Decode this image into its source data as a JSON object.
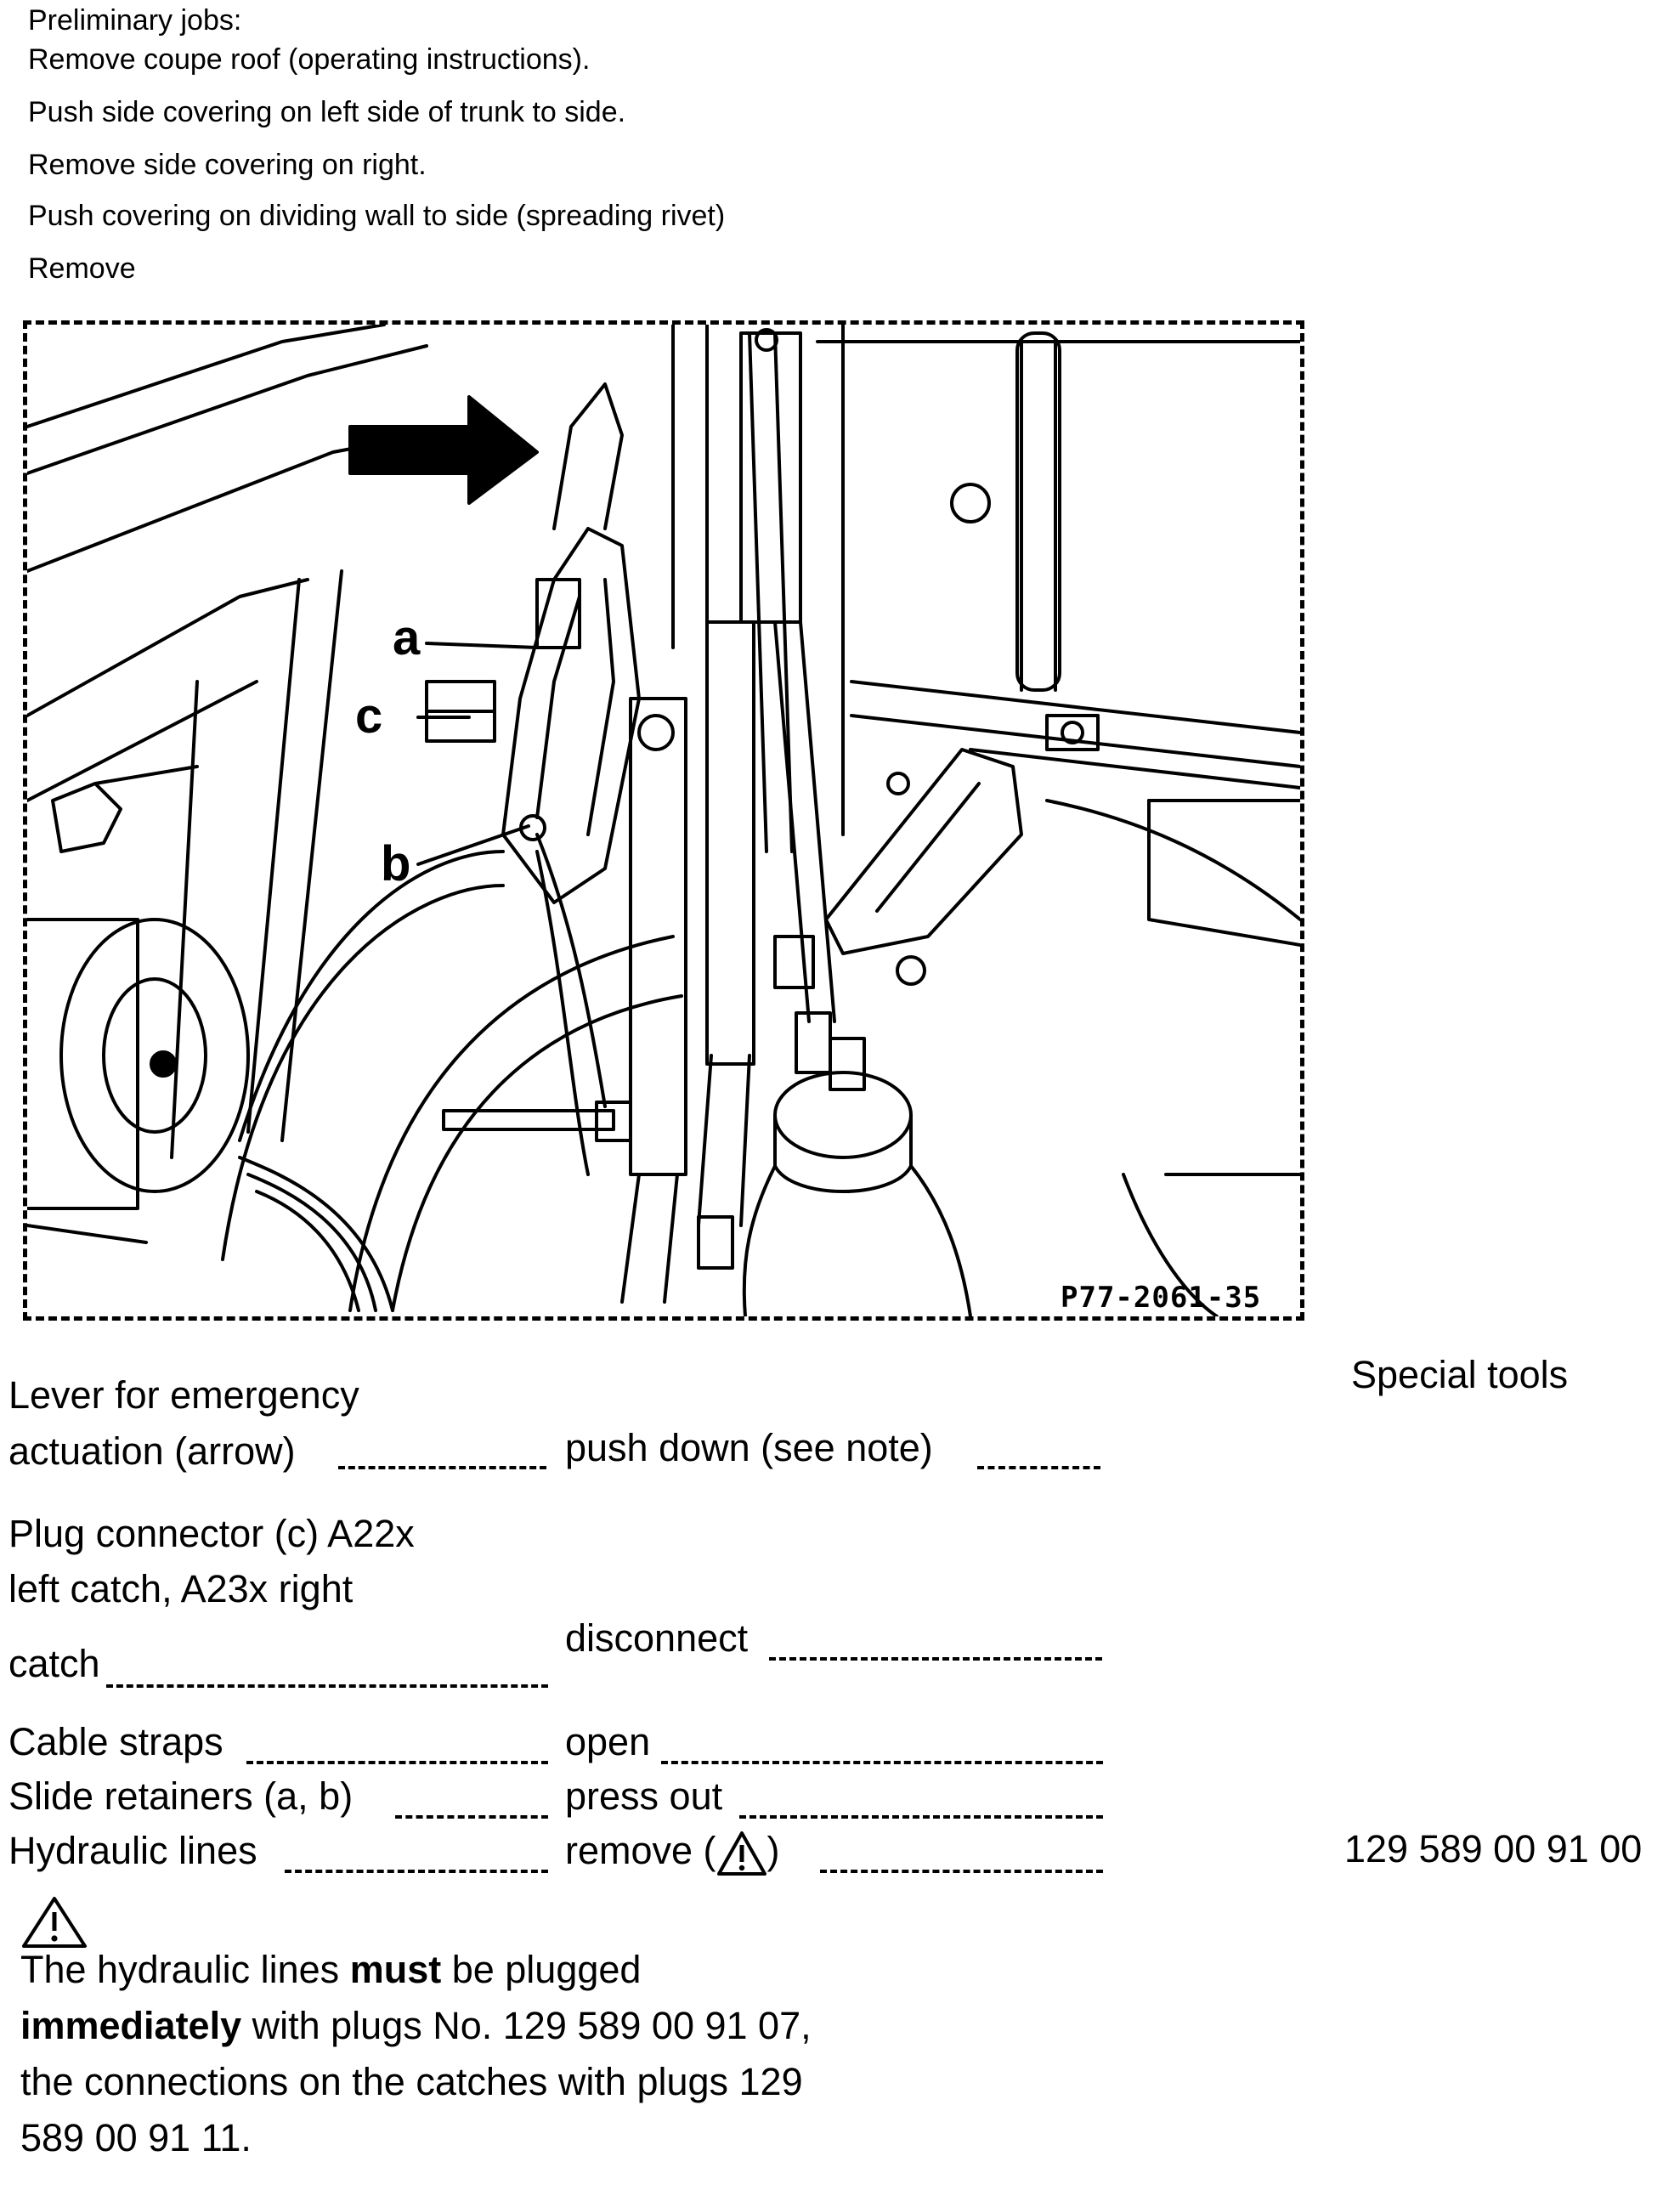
{
  "preliminary": {
    "heading": "Preliminary jobs:",
    "steps": [
      "Remove coupe roof (operating instructions).",
      "Push side covering on left side of trunk to side.",
      "Remove side covering on right.",
      "Push covering on dividing wall to side (spreading rivet)",
      "Remove"
    ]
  },
  "figure": {
    "labels": {
      "a": "a",
      "b": "b",
      "c": "c"
    },
    "code": "P77-2061-35"
  },
  "procedure": {
    "special_tools_header": "Special tools",
    "steps": [
      {
        "component_line1": "Lever for emergency",
        "component_line2": "actuation (arrow)",
        "action": "push down (see note)"
      },
      {
        "component_line1": "Plug connector (c) A22x",
        "component_line2": "left catch, A23x right",
        "component_line3": "catch",
        "action": "disconnect"
      },
      {
        "component": "Cable straps",
        "action": "open"
      },
      {
        "component": "Slide retainers (a, b)",
        "action": "press out"
      },
      {
        "component": "Hydraulic lines",
        "action_prefix": "remove (",
        "action_suffix": ")",
        "tool": "129 589 00 91 00"
      }
    ]
  },
  "note": {
    "p1": "The hydraulic lines ",
    "must": "must",
    "p2": " be plugged ",
    "immediately": "immediately",
    "p3": " with plugs No. 129 589 00 91 07, the connections on the catches with plugs 129 589 00 91 11."
  }
}
